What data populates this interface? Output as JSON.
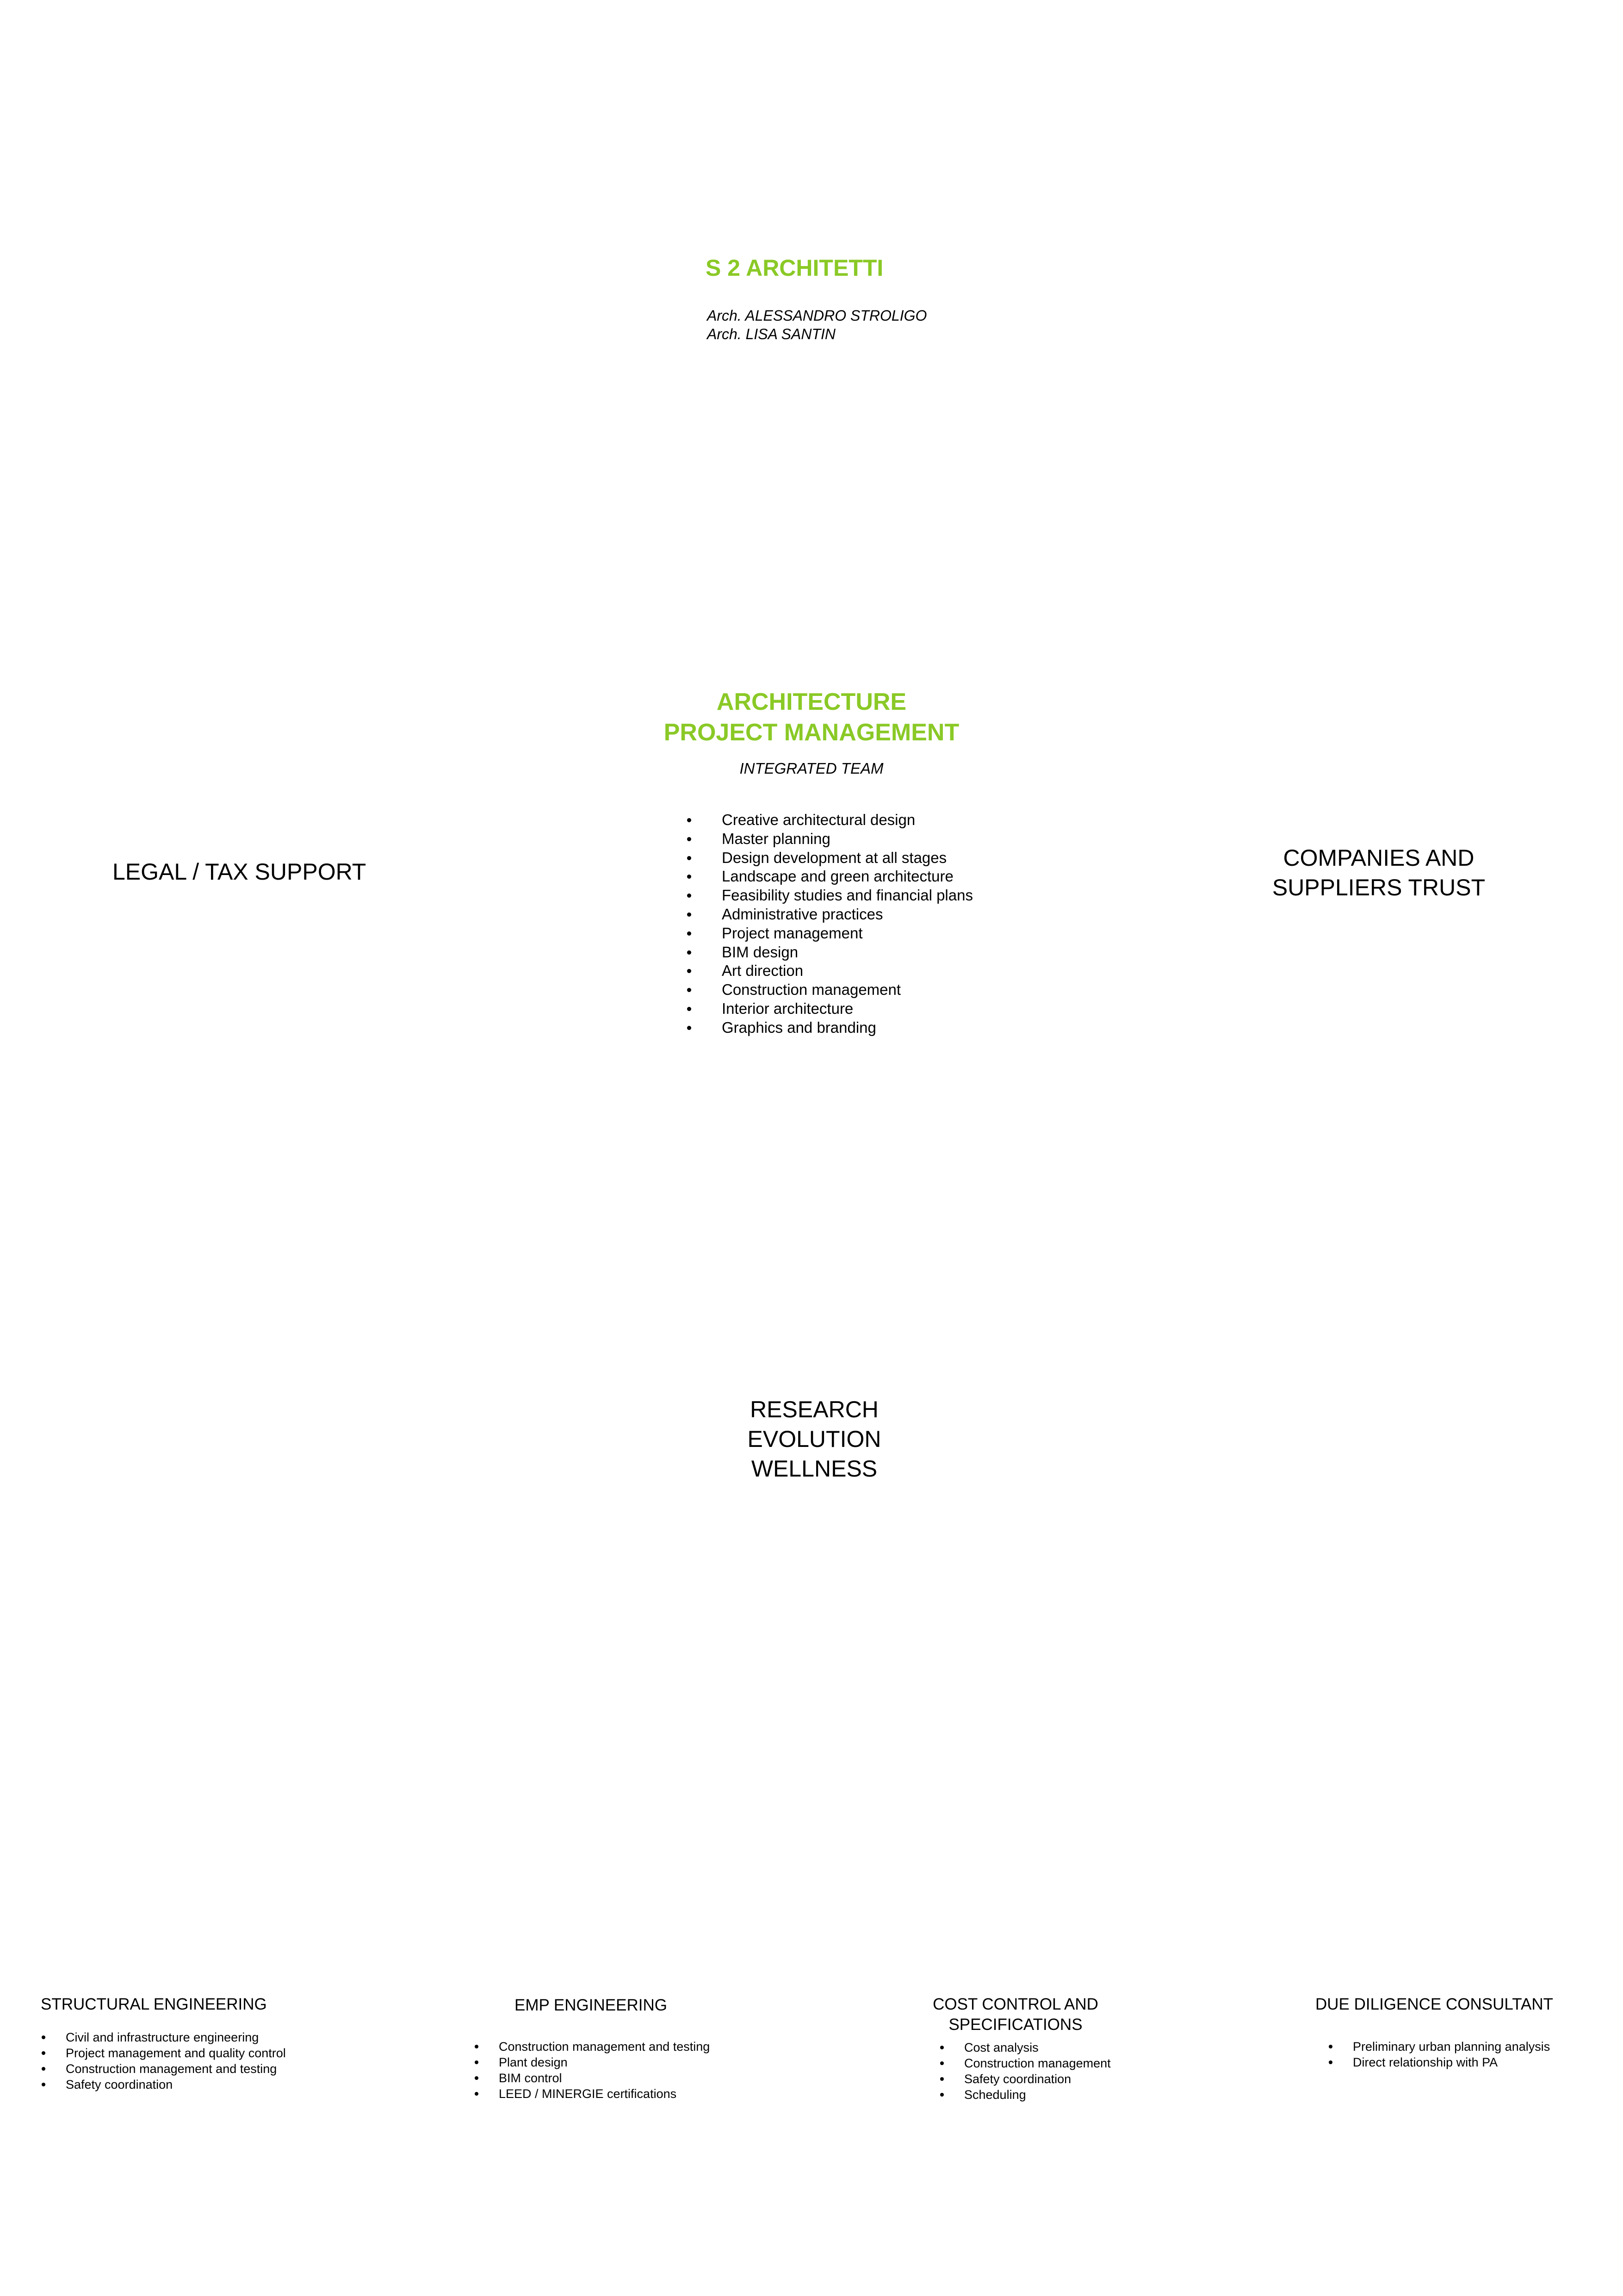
{
  "header": {
    "firm_name": "S 2 ARCHITETTI",
    "architects": [
      "Arch. ALESSANDRO STROLIGO",
      "Arch. LISA SANTIN"
    ]
  },
  "center": {
    "title_lines": [
      "ARCHITECTURE",
      "PROJECT MANAGEMENT"
    ],
    "team_label": "INTEGRATED TEAM",
    "services": [
      "Creative architectural design",
      "Master planning",
      "Design development at all stages",
      "Landscape and green architecture",
      "Feasibility studies and financial plans",
      "Administrative practices",
      "Project management",
      "BIM design",
      "Art direction",
      "Construction management",
      "Interior architecture",
      "Graphics and branding"
    ]
  },
  "left_label": "LEGAL / TAX SUPPORT",
  "right_label_lines": [
    "COMPANIES AND",
    "SUPPLIERS TRUST"
  ],
  "research_lines": [
    "RESEARCH",
    "EVOLUTION",
    "WELLNESS"
  ],
  "columns": [
    {
      "title": "STRUCTURAL ENGINEERING",
      "items": [
        "Civil and infrastructure engineering",
        "Project management and quality control",
        "Construction management and testing",
        "Safety coordination"
      ]
    },
    {
      "title": "EMP ENGINEERING",
      "items": [
        "Construction management and testing",
        "Plant design",
        "BIM control",
        "LEED / MINERGIE certifications"
      ]
    },
    {
      "title_lines": [
        "COST CONTROL AND",
        "SPECIFICATIONS"
      ],
      "items": [
        "Cost analysis",
        "Construction management",
        "Safety coordination",
        "Scheduling"
      ]
    },
    {
      "title": "DUE DILIGENCE CONSULTANT",
      "items": [
        "Preliminary urban planning analysis",
        "Direct relationship with PA"
      ]
    }
  ],
  "colors": {
    "accent": "#8ac926",
    "text": "#000000",
    "background": "#ffffff"
  }
}
